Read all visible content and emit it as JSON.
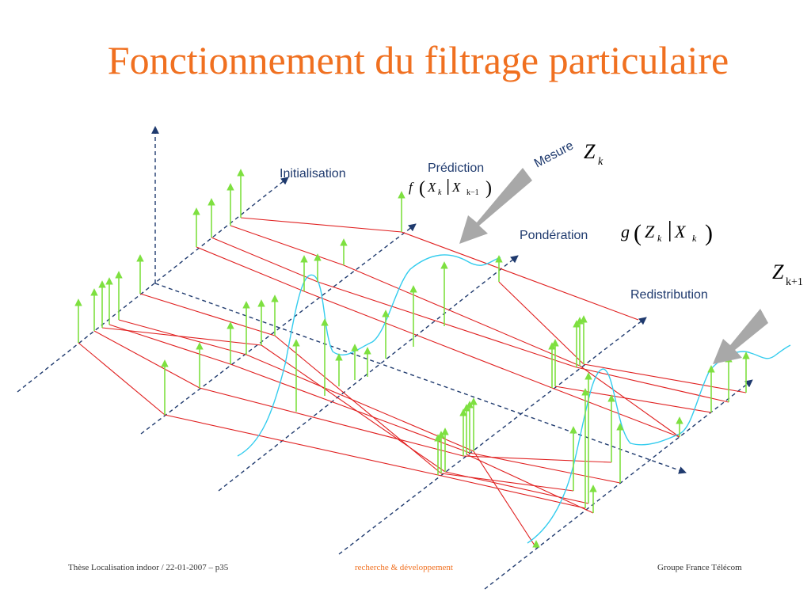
{
  "title": "Fonctionnement du filtrage particulaire",
  "labels": {
    "initialisation": "Initialisation",
    "prediction": "Prédiction",
    "ponderation": "Pondération",
    "redistribution": "Redistribution",
    "mesure": "Mesure"
  },
  "formulas": {
    "prediction": {
      "f": "f",
      "x": "X",
      "sub_k": "k",
      "sub_km1": "k−1"
    },
    "ponderation": {
      "g": "g",
      "z": "Z",
      "x": "X",
      "sub_k": "k"
    },
    "zk": {
      "z": "Z",
      "sub": "k"
    },
    "zk1": {
      "z": "Z",
      "sub": "k+1"
    }
  },
  "footer": {
    "left": "Thèse Localisation indoor / 22-01-2007 –  p35",
    "center": "recherche & développement",
    "right": "Groupe France Télécom"
  },
  "colors": {
    "title": "#f07020",
    "axis": "#1f3a6e",
    "particle": "#7ee040",
    "link": "#e02020",
    "likelihood": "#33ccee",
    "arrow": "#a8a8a8",
    "footer_center": "#f07020"
  }
}
